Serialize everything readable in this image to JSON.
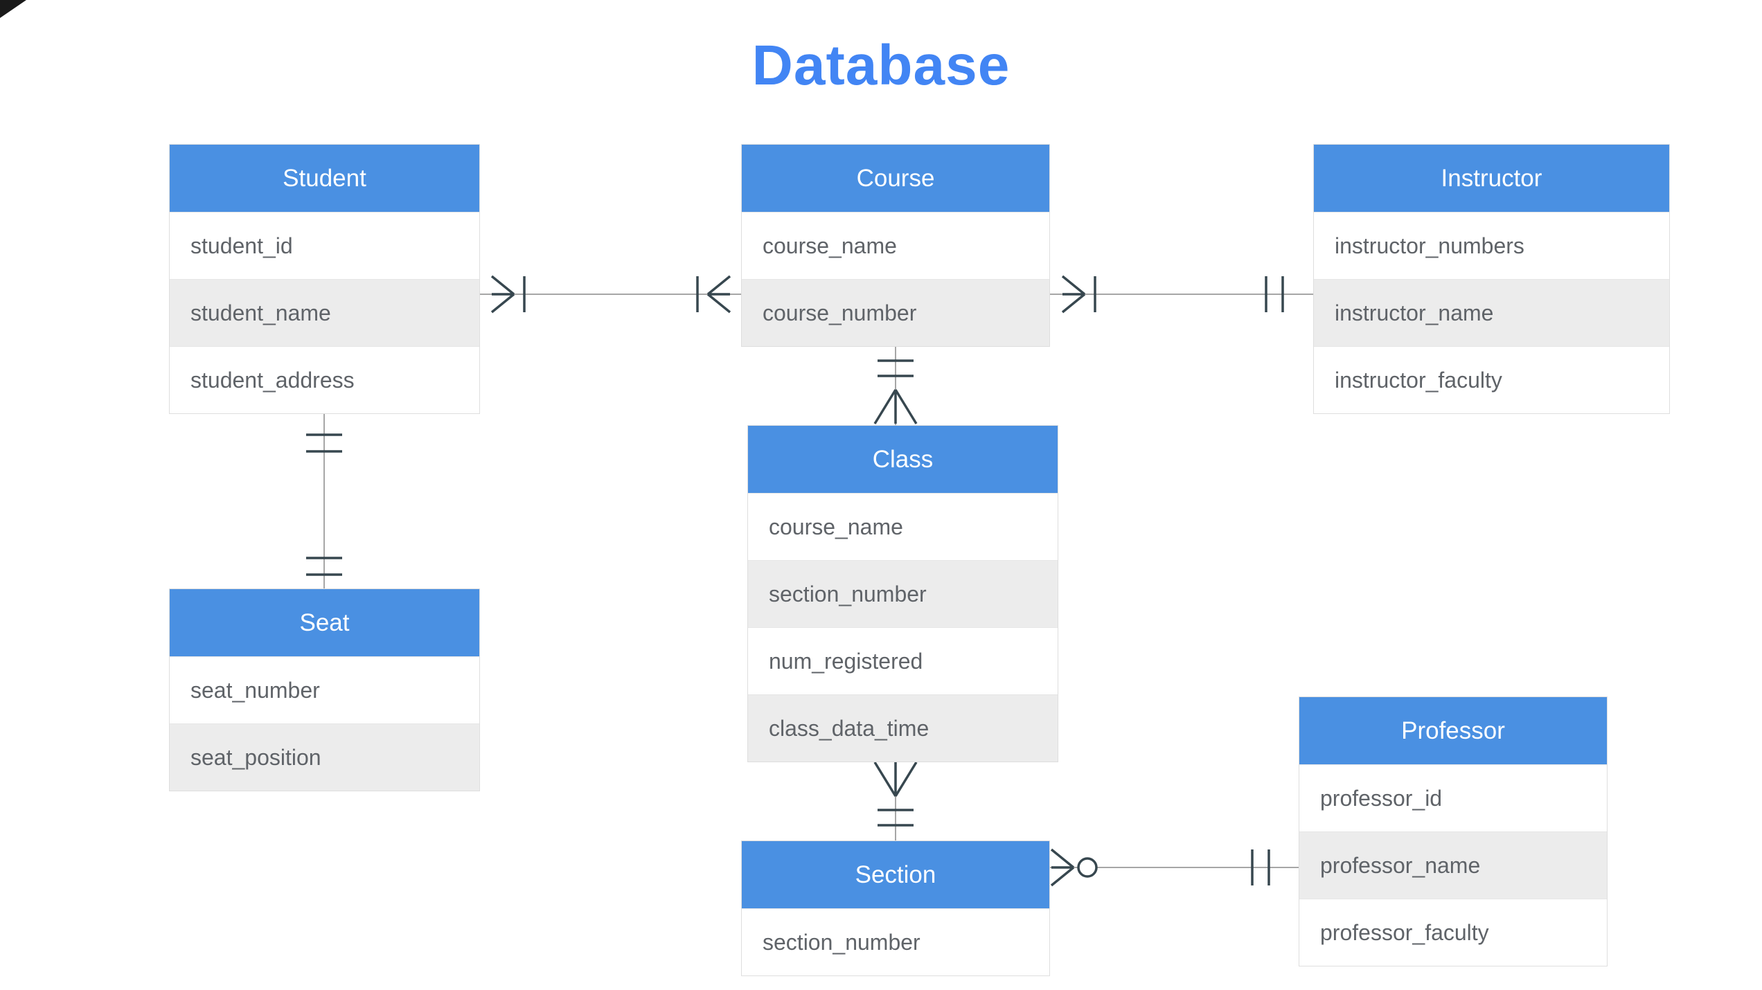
{
  "title": "Database",
  "colors": {
    "title_blue": "#4285f4",
    "header_blue": "#4a90e2",
    "row_alt_gray": "#ececec",
    "row_text": "#5f6368",
    "line_gray": "#a6a6a6",
    "symbol_dark": "#37474f"
  },
  "entities": [
    {
      "id": "student",
      "name": "Student",
      "fields": [
        "student_id",
        "student_name",
        "student_address"
      ]
    },
    {
      "id": "course",
      "name": "Course",
      "fields": [
        "course_name",
        "course_number"
      ]
    },
    {
      "id": "instructor",
      "name": "Instructor",
      "fields": [
        "instructor_numbers",
        "instructor_name",
        "instructor_faculty"
      ]
    },
    {
      "id": "seat",
      "name": "Seat",
      "fields": [
        "seat_number",
        "seat_position"
      ]
    },
    {
      "id": "class",
      "name": "Class",
      "fields": [
        "course_name",
        "section_number",
        "num_registered",
        "class_data_time"
      ]
    },
    {
      "id": "section",
      "name": "Section",
      "fields": [
        "section_number"
      ]
    },
    {
      "id": "professor",
      "name": "Professor",
      "fields": [
        "professor_id",
        "professor_name",
        "professor_faculty"
      ]
    }
  ],
  "relationships": [
    {
      "from": "Student",
      "to": "Course",
      "from_cardinality": "one-or-many",
      "to_cardinality": "one-or-many"
    },
    {
      "from": "Course",
      "to": "Instructor",
      "from_cardinality": "one-or-many",
      "to_cardinality": "exactly-one"
    },
    {
      "from": "Course",
      "to": "Class",
      "from_cardinality": "exactly-one",
      "to_cardinality": "many"
    },
    {
      "from": "Student",
      "to": "Seat",
      "from_cardinality": "exactly-one",
      "to_cardinality": "exactly-one"
    },
    {
      "from": "Class",
      "to": "Section",
      "from_cardinality": "many",
      "to_cardinality": "exactly-one"
    },
    {
      "from": "Section",
      "to": "Professor",
      "from_cardinality": "zero-or-many",
      "to_cardinality": "exactly-one"
    }
  ]
}
